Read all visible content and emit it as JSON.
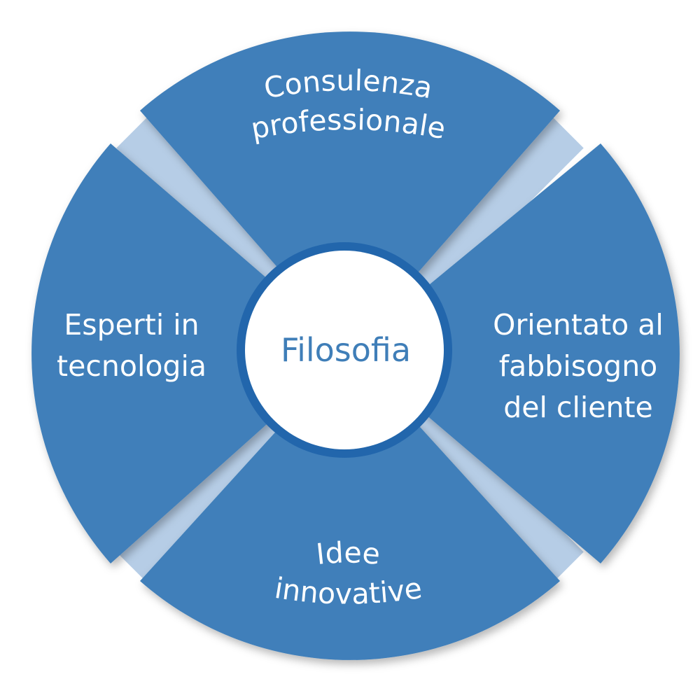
{
  "center": {
    "label": "Filosofia"
  },
  "segments": {
    "top": {
      "lines": [
        "Consulenza",
        "professionale"
      ]
    },
    "left": {
      "lines": [
        "Esperti in",
        "tecnologia"
      ]
    },
    "right": {
      "lines": [
        "Orientato al",
        "fabbisogno",
        "del cliente"
      ]
    },
    "bottom": {
      "lines": [
        "Idee",
        "innovative"
      ]
    }
  },
  "colors": {
    "segment": "#3f7fba",
    "segment_shadow": "#2c6aa6",
    "band": "#b6cde6",
    "center_fill": "#ffffff",
    "center_ring": "#2266ac",
    "center_text": "#3f7eb8",
    "segment_text": "#ffffff"
  }
}
